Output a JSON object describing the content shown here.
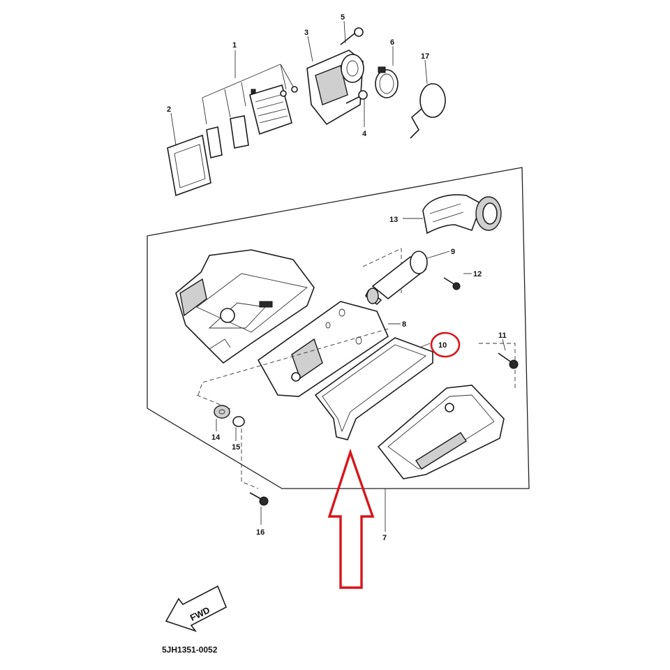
{
  "diagram": {
    "drawing_number": "5JH1351-0052",
    "direction_label": "FWD",
    "highlight_color": "#d9141b",
    "highlighted_part": "10",
    "part_labels": [
      "1",
      "2",
      "3",
      "4",
      "5",
      "6",
      "7",
      "8",
      "9",
      "10",
      "11",
      "12",
      "13",
      "14",
      "15",
      "16",
      "17"
    ]
  }
}
